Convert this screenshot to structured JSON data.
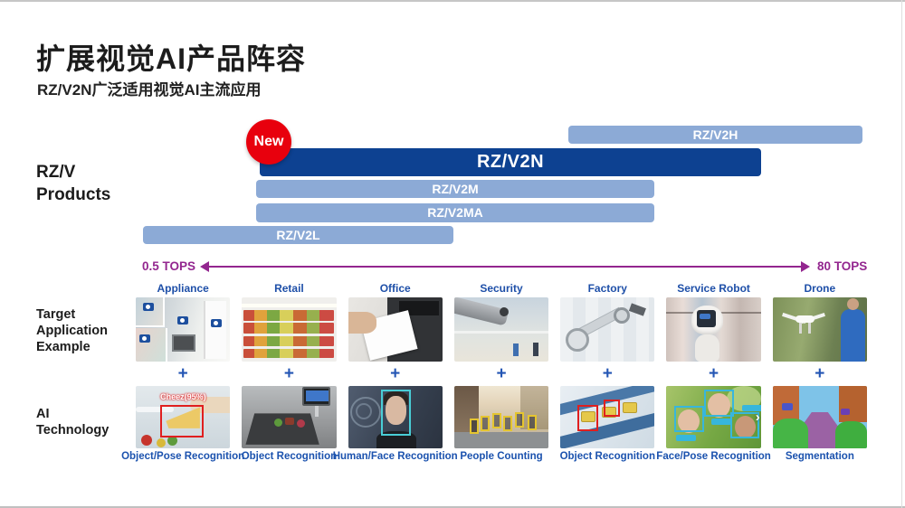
{
  "title": "扩展视觉AI产品阵容",
  "subtitle": "RZ/V2N广泛适用视觉AI主流应用",
  "new_badge": "New",
  "left_labels": {
    "products": [
      "RZ/V",
      "Products"
    ],
    "target": [
      "Target",
      "Application",
      "Example"
    ],
    "ai": [
      "AI",
      "Technology"
    ]
  },
  "bars": [
    {
      "label": "RZ/V2H"
    },
    {
      "label": "RZ/V2N"
    },
    {
      "label": "RZ/V2M"
    },
    {
      "label": "RZ/V2MA"
    },
    {
      "label": "RZ/V2L"
    }
  ],
  "axis": {
    "min_label": "0.5 TOPS",
    "max_label": "80 TOPS"
  },
  "plus": "+",
  "columns": [
    {
      "application": "Appliance",
      "technology": "Object/Pose Recognition"
    },
    {
      "application": "Retail",
      "technology": "Object Recognition"
    },
    {
      "application": "Office",
      "technology": "Human/Face Recognition"
    },
    {
      "application": "Security",
      "technology": "People Counting"
    },
    {
      "application": "Factory",
      "technology": "Object Recognition"
    },
    {
      "application": "Service Robot",
      "technology": "Face/Pose Recognition"
    },
    {
      "application": "Drone",
      "technology": "Segmentation"
    }
  ],
  "annotations": {
    "cheese_label": "Cheez(95%)",
    "next_chevron": "›"
  },
  "colors": {
    "bar_light_blue": "#8caad6",
    "bar_dark_blue": "#0d4191",
    "axis_purple": "#93268f",
    "column_label_blue": "#1e4fa8",
    "tech_label_blue": "#1b52ae",
    "badge_red": "#e8000d"
  }
}
